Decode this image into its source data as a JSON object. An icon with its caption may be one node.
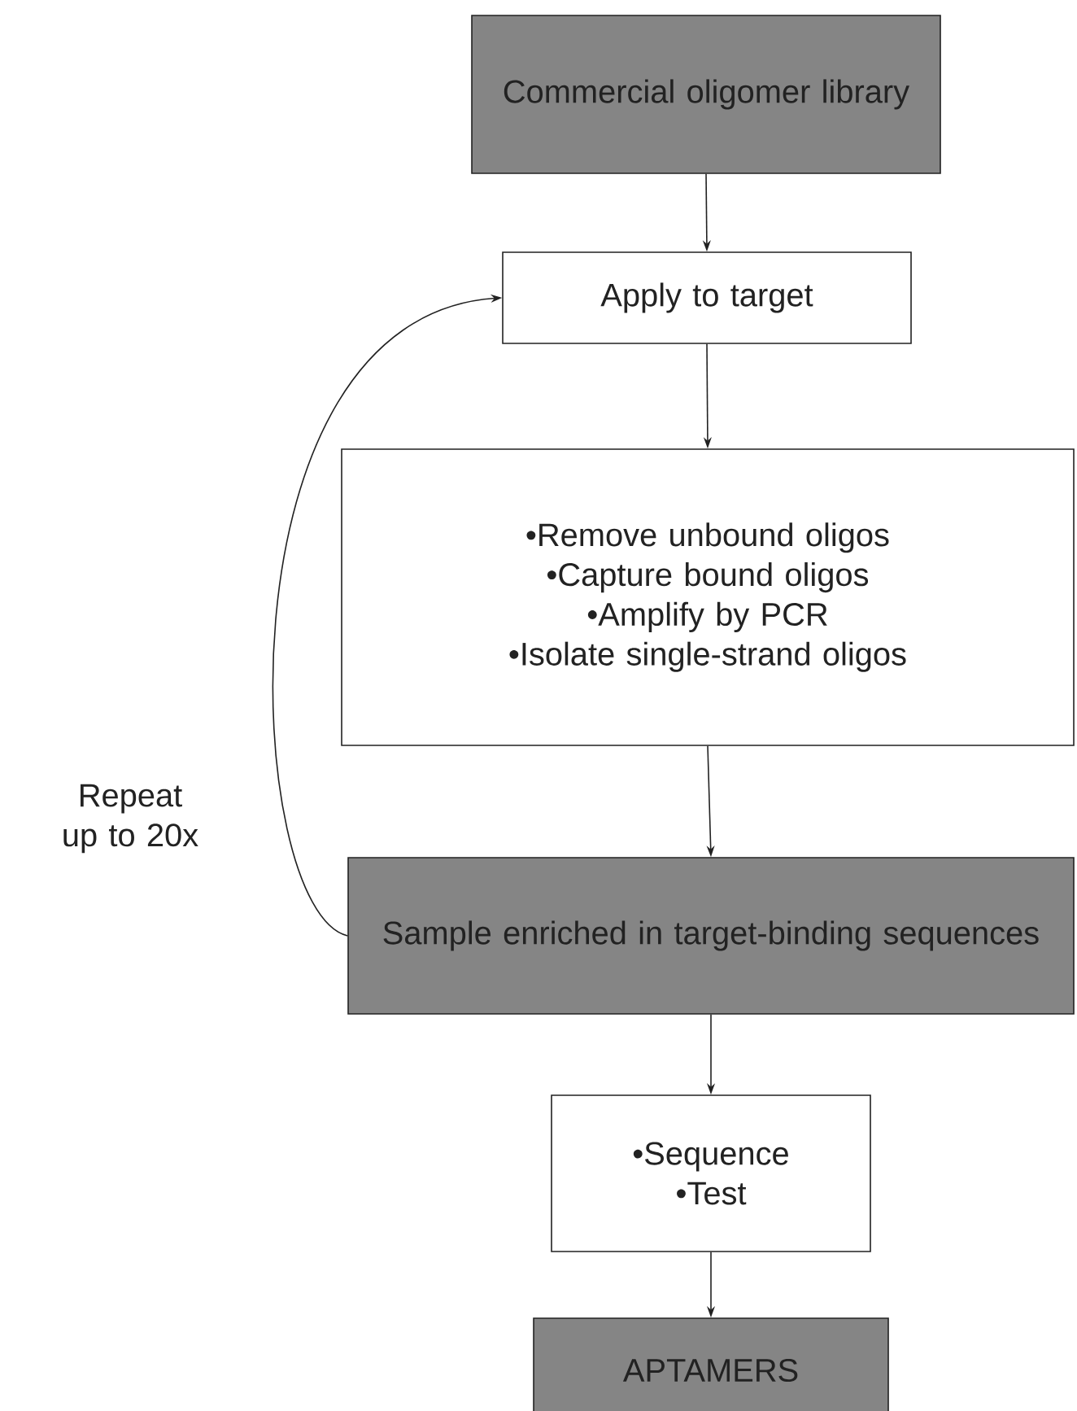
{
  "diagram": {
    "nodes": [
      {
        "text": [
          "Commercial oligomer library"
        ]
      },
      {
        "text": [
          "Apply to target"
        ]
      },
      {
        "text": [
          "•Remove unbound oligos",
          "•Capture bound oligos",
          "•Amplify by PCR",
          "•Isolate single-strand oligos"
        ]
      },
      {
        "text": [
          "Sample enriched in target-binding sequences"
        ]
      },
      {
        "text": [
          "•Sequence",
          "•Test"
        ]
      },
      {
        "text": [
          "APTAMERS"
        ]
      }
    ],
    "edges": [
      {
        "from": 0,
        "to": 1,
        "arrow": "to"
      },
      {
        "from": 1,
        "to": 2,
        "arrow": "to"
      },
      {
        "from": 2,
        "to": 3,
        "arrow": "to"
      },
      {
        "from": 3,
        "to": 1,
        "arrow": "to",
        "label": "Repeat up to 20x"
      },
      {
        "from": 3,
        "to": 4,
        "arrow": "to"
      },
      {
        "from": 4,
        "to": 5,
        "arrow": "to"
      }
    ]
  }
}
